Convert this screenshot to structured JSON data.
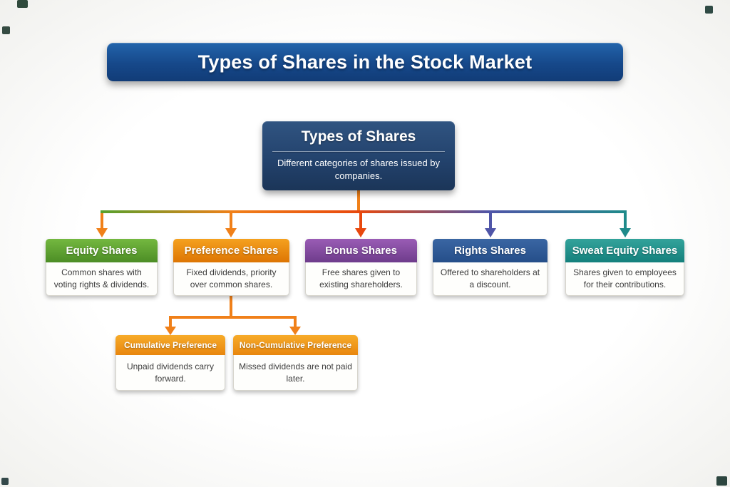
{
  "page": {
    "title": "Types of Shares in the Stock Market"
  },
  "diagram": {
    "root": {
      "title": "Types of Shares",
      "subtitle": "Different categories of shares issued by companies."
    },
    "level1": [
      {
        "title": "Equity Shares",
        "description": "Common shares with voting rights & dividends.",
        "header_color": "#4c8d25"
      },
      {
        "title": "Preference Shares",
        "description": "Fixed dividends, priority over common shares.",
        "header_color": "#dd7503"
      },
      {
        "title": "Bonus Shares",
        "description": "Free shares given to existing shareholders.",
        "header_color": "#6e3c8b"
      },
      {
        "title": "Rights Shares",
        "description": "Offered to shareholders at a discount.",
        "header_color": "#254e89"
      },
      {
        "title": "Sweat Equity Shares",
        "description": "Shares given to employees for their contributions.",
        "header_color": "#14807c"
      }
    ],
    "level2": [
      {
        "title": "Cumulative Preference",
        "description": "Unpaid dividends carry forward.",
        "parent": "Preference Shares",
        "header_color": "#e8860e"
      },
      {
        "title": "Non-Cumulative Preference",
        "description": "Missed dividends are not paid later.",
        "parent": "Preference Shares",
        "header_color": "#e8860e"
      }
    ],
    "connector_colors": {
      "equity": "#f08019",
      "preference": "#f08019",
      "bonus": "#e8480d",
      "rights": "#4f55a8",
      "sweat_equity": "#1f8a8a",
      "sub_branch": "#f08019"
    }
  }
}
